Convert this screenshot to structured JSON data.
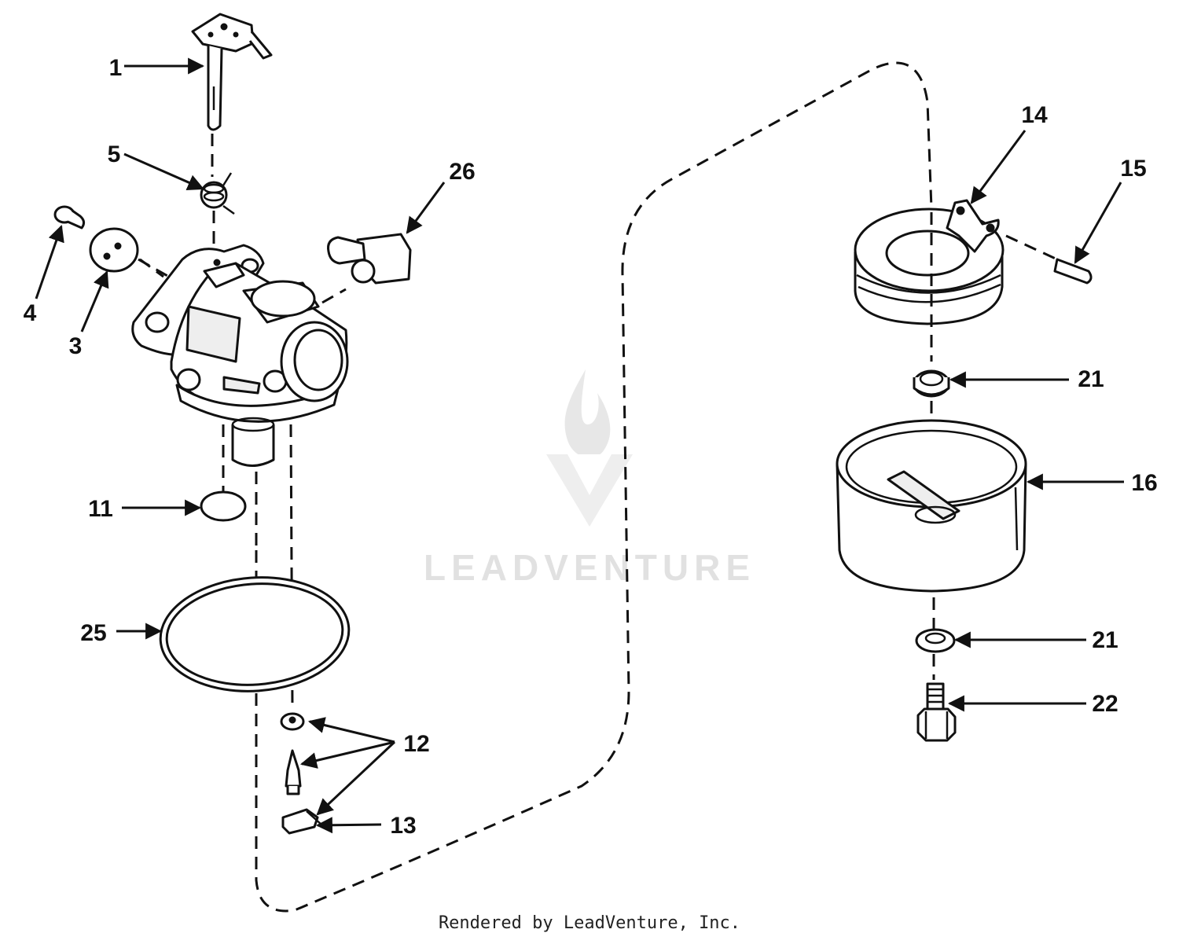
{
  "callouts": [
    {
      "id": "p1",
      "label": "1"
    },
    {
      "id": "p5",
      "label": "5"
    },
    {
      "id": "p26",
      "label": "26"
    },
    {
      "id": "p4",
      "label": "4"
    },
    {
      "id": "p3",
      "label": "3"
    },
    {
      "id": "p11",
      "label": "11"
    },
    {
      "id": "p25",
      "label": "25"
    },
    {
      "id": "p12",
      "label": "12"
    },
    {
      "id": "p13",
      "label": "13"
    },
    {
      "id": "p14",
      "label": "14"
    },
    {
      "id": "p15",
      "label": "15"
    },
    {
      "id": "p21a",
      "label": "21"
    },
    {
      "id": "p16",
      "label": "16"
    },
    {
      "id": "p21b",
      "label": "21"
    },
    {
      "id": "p22",
      "label": "22"
    }
  ],
  "watermark": {
    "text": "LEADVENTURE",
    "icon": "flame-v-logo-icon"
  },
  "footer": {
    "credit": "Rendered by LeadVenture, Inc."
  }
}
